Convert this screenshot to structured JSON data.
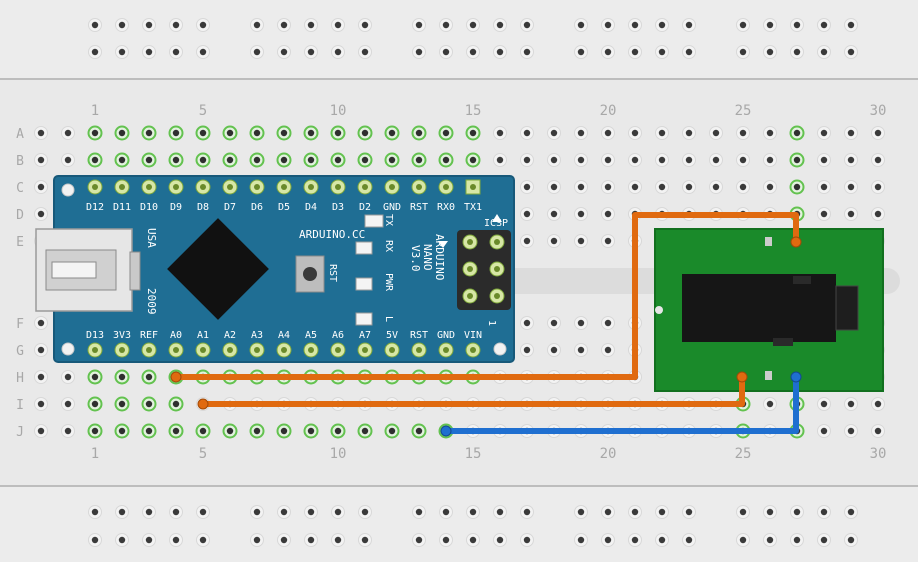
{
  "breadboard": {
    "row_labels": [
      "A",
      "B",
      "C",
      "D",
      "E",
      "F",
      "G",
      "H",
      "I",
      "J"
    ],
    "column_numbers": [
      "1",
      "5",
      "10",
      "15",
      "20",
      "25",
      "30"
    ]
  },
  "arduino": {
    "top_pins": [
      "D12",
      "D11",
      "D10",
      "D9",
      "D8",
      "D7",
      "D6",
      "D5",
      "D4",
      "D3",
      "D2",
      "GND",
      "RST",
      "RX0",
      "TX1"
    ],
    "bottom_pins": [
      "D13",
      "3V3",
      "REF",
      "A0",
      "A1",
      "A2",
      "A3",
      "A4",
      "A5",
      "A6",
      "A7",
      "5V",
      "RST",
      "GND",
      "VIN"
    ],
    "usb_label": "USA",
    "year_label": "2009",
    "brand_label": "ARDUINO.CC",
    "model_lines": [
      "ARDUINO",
      "NANO",
      "V3.0"
    ],
    "icsp_label": "ICSP",
    "icsp_pin1": "1",
    "rst_button_label": "RST",
    "led_labels": [
      "TX",
      "RX",
      "PWR",
      "L"
    ],
    "board_color": "#1f6e94"
  },
  "audio_jack": {
    "board_color": "#1a8a2a"
  },
  "wires": [
    {
      "name": "wire-a0-orange",
      "color": "#e06a10"
    },
    {
      "name": "wire-a1-orange",
      "color": "#e06a10"
    },
    {
      "name": "wire-gnd-blue",
      "color": "#1f6fd0"
    }
  ]
}
